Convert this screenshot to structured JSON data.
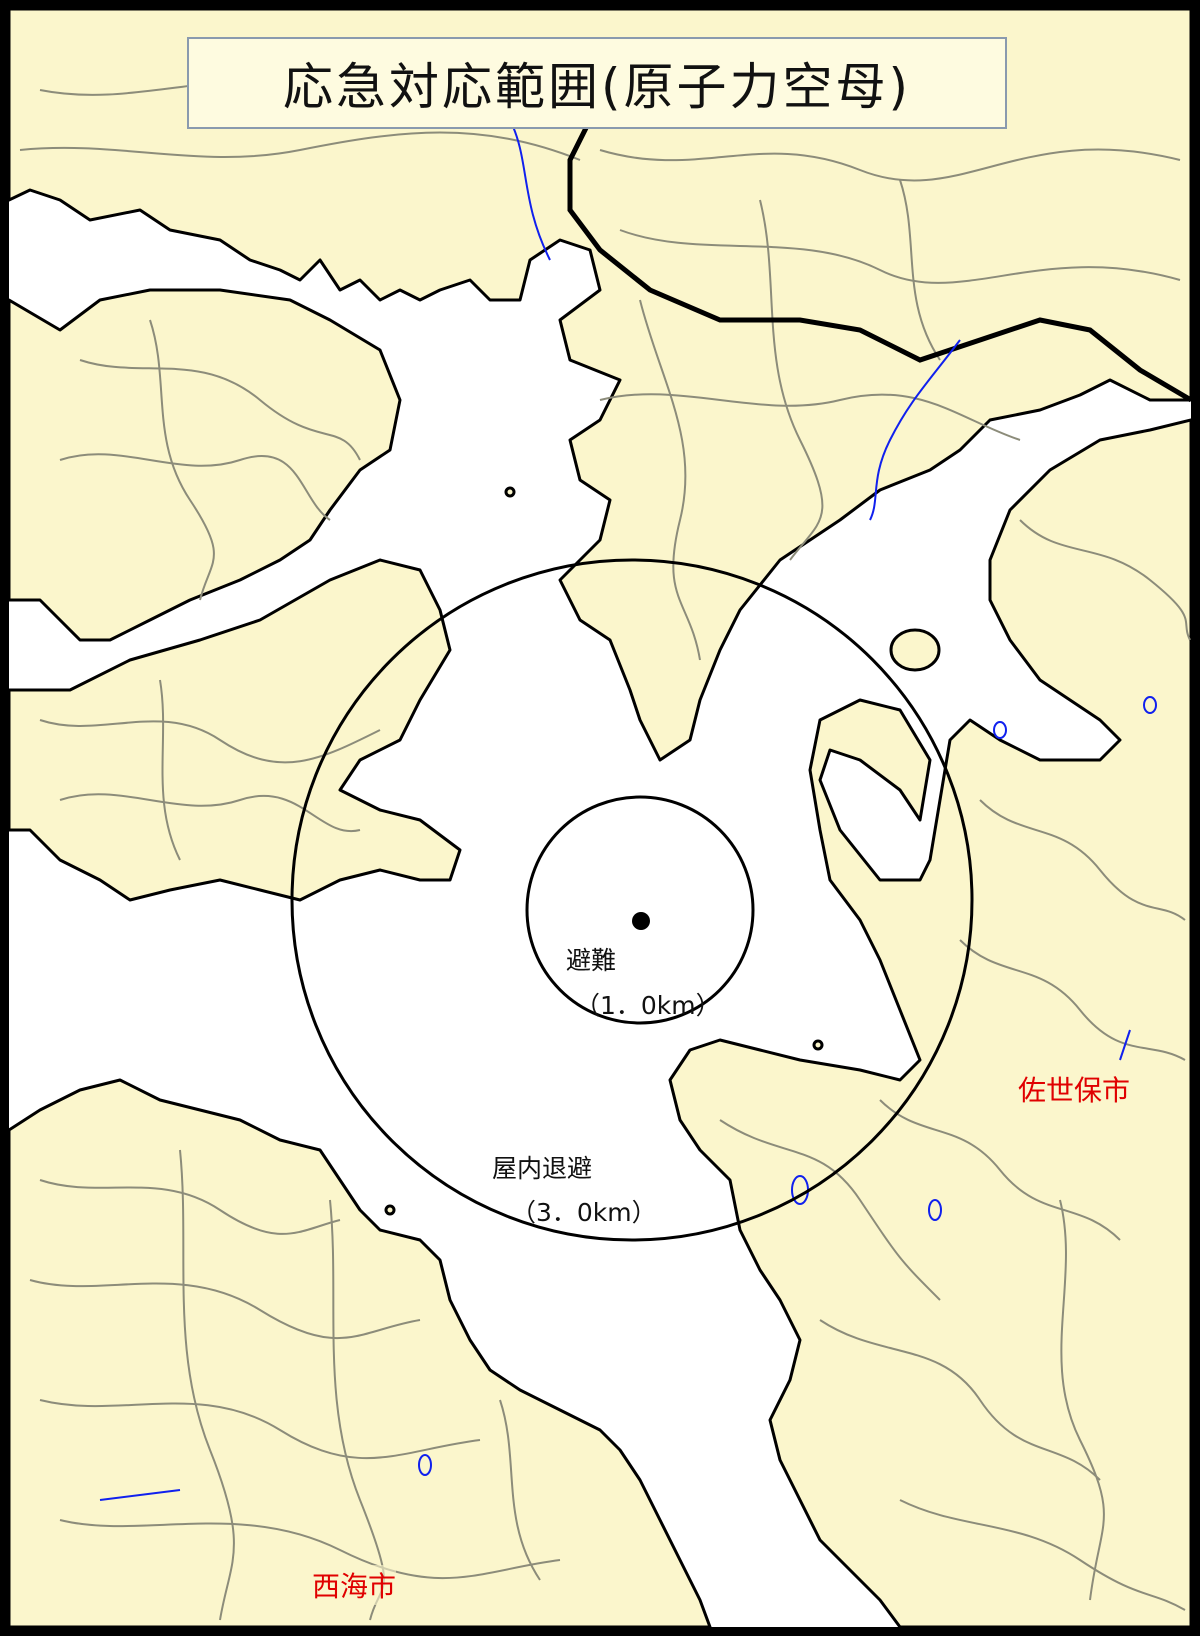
{
  "title": "応急対応範囲(原子力空母)",
  "zones": {
    "inner": {
      "name": "避難",
      "radius": "（1．0km）"
    },
    "outer": {
      "name": "屋内退避",
      "radius": "（3．0km）"
    }
  },
  "cities": {
    "sasebo": "佐世保市",
    "saikai": "西海市"
  },
  "colors": {
    "land": "#fbf6cc",
    "sea": "#ffffff",
    "coastline": "#000000",
    "roads": "#8c8c7a",
    "rivers": "#1020ee",
    "city_label": "#e00000",
    "railway": "#000000"
  },
  "icons": {
    "center_marker": "filled-circle"
  }
}
